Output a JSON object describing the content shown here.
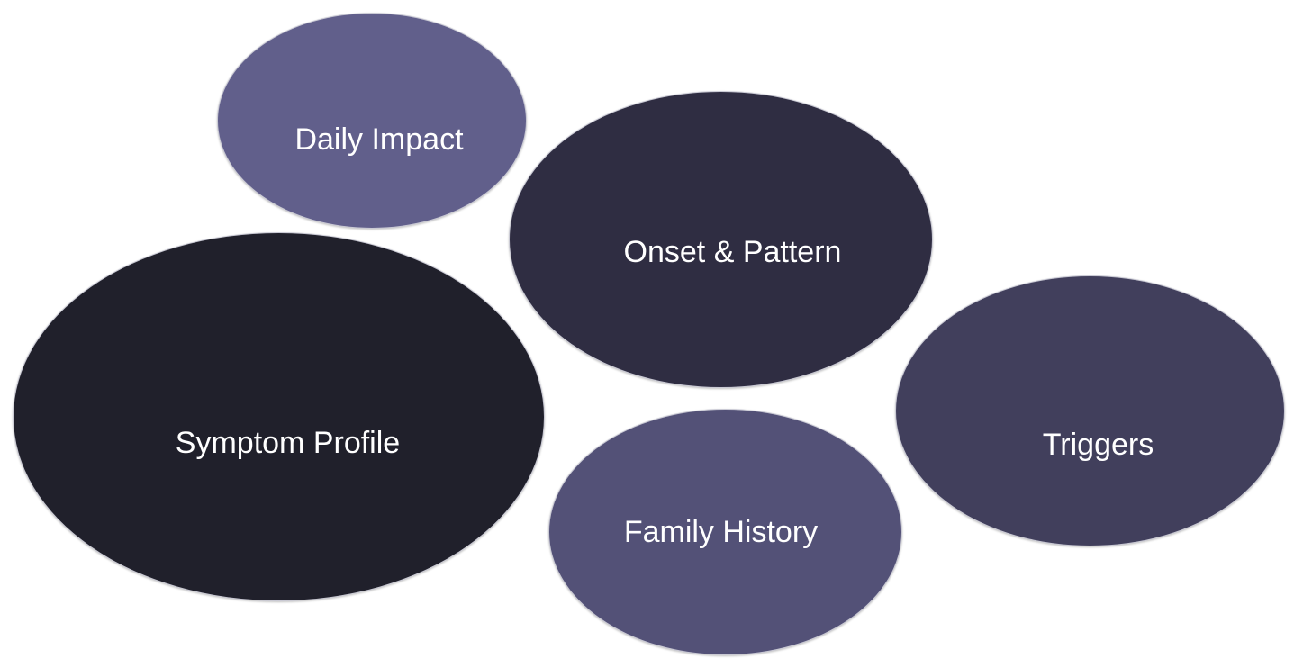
{
  "diagram": {
    "nodes": [
      {
        "id": "daily",
        "label": "Daily Impact",
        "color": "#615f8b"
      },
      {
        "id": "onset",
        "label": "Onset & Pattern",
        "color": "#2f2d42"
      },
      {
        "id": "symptom",
        "label": "Symptom Profile",
        "color": "#20202b"
      },
      {
        "id": "triggers",
        "label": "Triggers",
        "color": "#413f5c"
      },
      {
        "id": "family",
        "label": "Family History",
        "color": "#535177"
      }
    ]
  }
}
